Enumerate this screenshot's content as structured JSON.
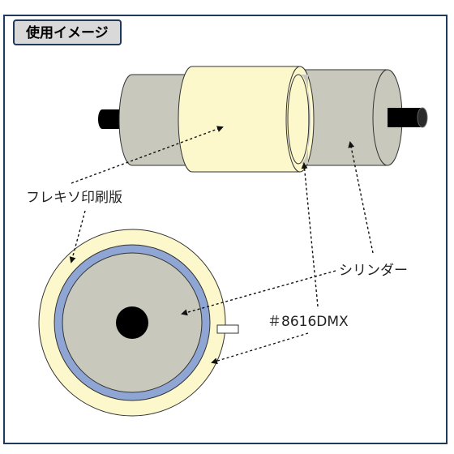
{
  "title": "使用イメージ",
  "labels": {
    "flexo_plate": "フレキソ印刷版",
    "cylinder": "シリンダー",
    "tape": "＃8616DMX"
  },
  "colors": {
    "frame": "#1f3a5c",
    "title_bg": "#d9d9d9",
    "cylinder_gray": "#c8c8bc",
    "plate_cream": "#fcf8cc",
    "tape_blue": "#8fa6d4",
    "shaft_black": "#000000"
  }
}
